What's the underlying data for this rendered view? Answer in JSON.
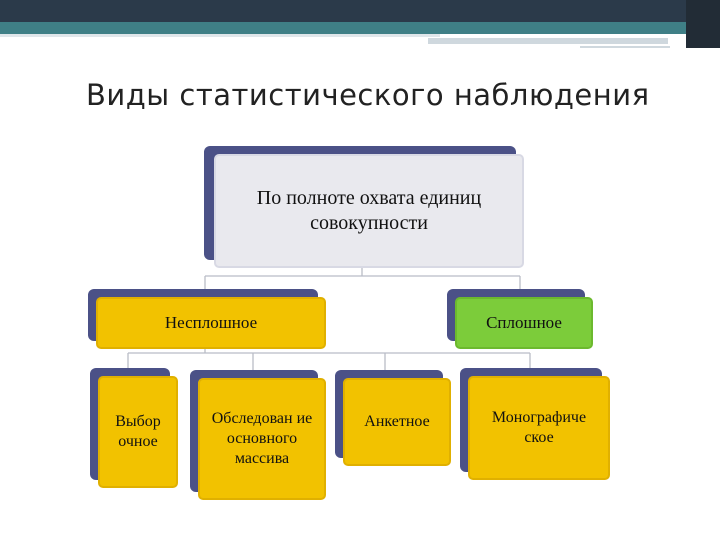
{
  "slide": {
    "title": "Виды статистического наблюдения"
  },
  "diagram": {
    "root": "По полноте охвата единиц совокупности",
    "branches": [
      {
        "label": "Несплошное",
        "children": [
          "Выбор очное",
          "Обследован ие основного массива",
          "Анкетное",
          "Монографиче ское"
        ]
      },
      {
        "label": "Сплошное",
        "children": []
      }
    ],
    "colors": {
      "root_fill": "#e9e9ee",
      "shadow": "#4b5187",
      "yellow": "#f2c200",
      "green": "#7ccc3a"
    }
  }
}
